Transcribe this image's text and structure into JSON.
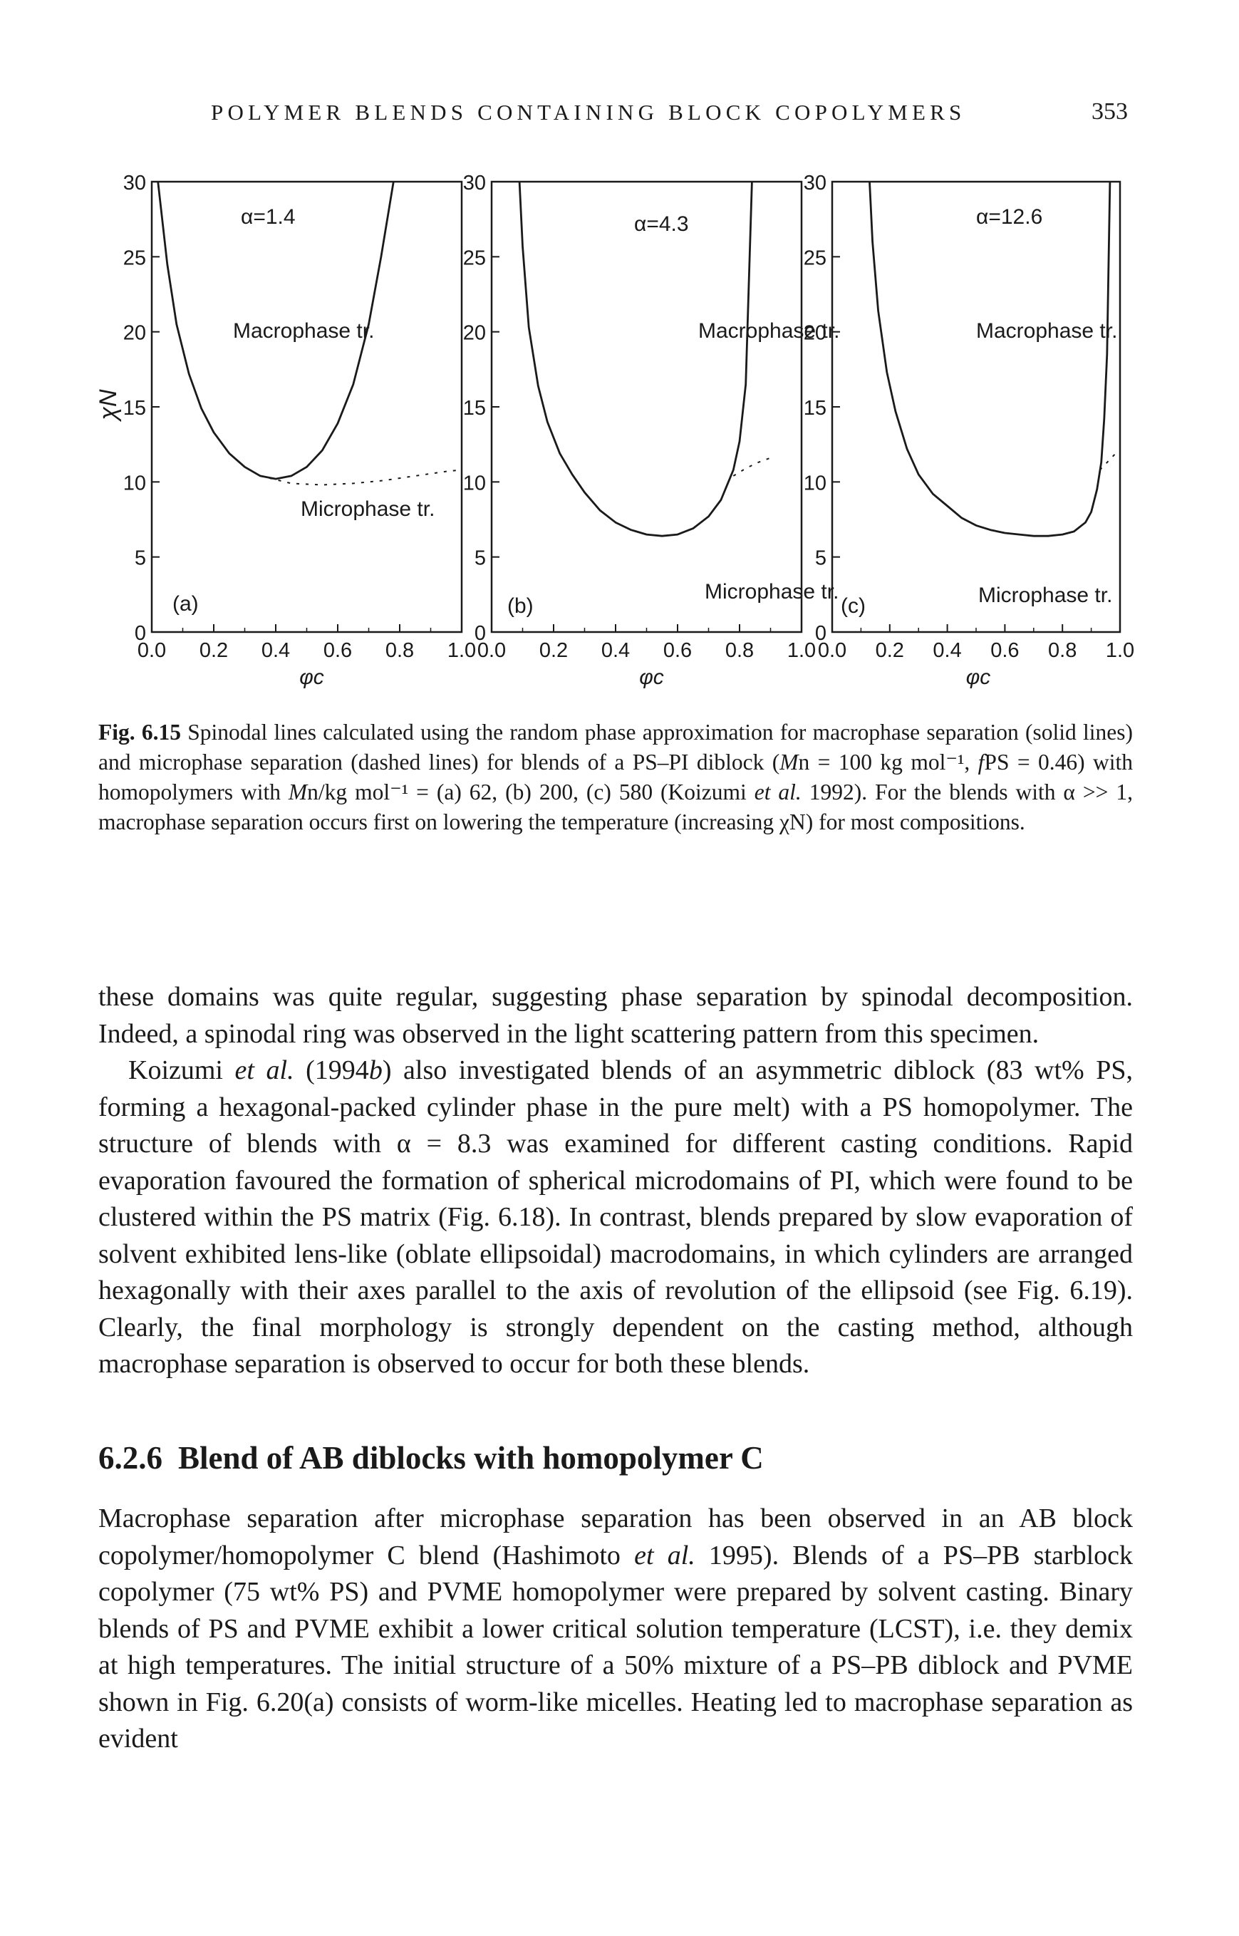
{
  "header": {
    "running_head": "POLYMER BLENDS CONTAINING BLOCK COPOLYMERS",
    "page_number": "353"
  },
  "figure": {
    "y_axis_label": "χN",
    "x_axis_label": "φc",
    "x_tick_labels": [
      "0.0",
      "0.2",
      "0.4",
      "0.6",
      "0.8",
      "1.0"
    ],
    "y_tick_labels": [
      "0",
      "5",
      "10",
      "15",
      "20",
      "25",
      "30"
    ],
    "macrophase_label": "Macrophase tr.",
    "microphase_label": "Microphase tr.",
    "panels": [
      {
        "letter": "(a)",
        "alpha_label": "α=1.4"
      },
      {
        "letter": "(b)",
        "alpha_label": "α=4.3"
      },
      {
        "letter": "(c)",
        "alpha_label": "α=12.6"
      }
    ]
  },
  "caption": {
    "label": "Fig. 6.15",
    "text_1": " Spinodal lines calculated using the random phase approximation for macrophase separation (solid lines) and microphase separation (dashed lines) for blends of a PS–PI diblock (",
    "mn": "M",
    "text_2": "n = 100 kg mol⁻¹, ",
    "fps": "f",
    "text_3": "PS = 0.46) with homopolymers with ",
    "mn2": "M",
    "text_4": "n/kg mol⁻¹ = (a) 62, (b) 200, (c) 580 (Koizumi ",
    "etal": "et al.",
    "text_5": " 1992). For the blends with α >> 1, macrophase separation occurs first on lowering the temperature (increasing χN) for most compositions."
  },
  "paragraph_1": "these domains was quite regular, suggesting phase separation by spinodal decomposition. Indeed, a spinodal ring was observed in the light scattering pattern from this specimen.",
  "paragraph_2": {
    "a": "Koizumi ",
    "etal": "et al.",
    "b": " (1994",
    "b_letter": "b",
    "c": ") also investigated blends of an asymmetric diblock (83 wt% PS, forming a hexagonal-packed cylinder phase in the pure melt) with a PS homopolymer. The structure of blends with α = 8.3 was examined for different casting conditions. Rapid evaporation favoured the formation of spherical microdomains of PI, which were found to be clustered within the PS matrix (Fig. 6.18). In contrast, blends prepared by slow evaporation of solvent exhibited lens-like (oblate ellipsoidal) macrodomains, in which cylinders are arranged hexagonally with their axes parallel to the axis of revolution of the ellipsoid (see Fig. 6.19). Clearly, the final morphology is strongly dependent on the casting method, although macrophase separation is observed to occur for both these blends."
  },
  "section": {
    "number": "6.2.6",
    "title": "Blend of AB diblocks with homopolymer C"
  },
  "paragraph_3": {
    "a": "Macrophase separation after microphase separation has been observed in an AB block copolymer/homopolymer C blend (Hashimoto ",
    "etal": "et al.",
    "b": " 1995). Blends of a PS–PB starblock copolymer (75 wt% PS) and PVME homopolymer were prepared by solvent casting. Binary blends of PS and PVME exhibit a lower critical solution temperature (LCST), i.e. they demix at high temperatures. The initial structure of a 50% mixture of a PS–PB diblock and PVME shown in Fig. 6.20(a) consists of worm-like micelles. Heating led to macrophase separation as evident"
  },
  "chart_data": [
    {
      "type": "line",
      "panel": "(a)",
      "annotation": "α=1.4",
      "xlabel": "φc",
      "ylabel": "χN",
      "xlim": [
        0,
        1
      ],
      "ylim": [
        0,
        30
      ],
      "series": [
        {
          "name": "Macrophase tr.",
          "style": "solid",
          "x": [
            0.02,
            0.05,
            0.08,
            0.12,
            0.16,
            0.2,
            0.25,
            0.3,
            0.35,
            0.4,
            0.45,
            0.5,
            0.55,
            0.6,
            0.65,
            0.7,
            0.74,
            0.78
          ],
          "y": [
            30,
            24.5,
            20.5,
            17.2,
            14.9,
            13.3,
            11.9,
            11.0,
            10.4,
            10.2,
            10.4,
            11.0,
            12.1,
            13.9,
            16.5,
            20.5,
            25.0,
            30
          ]
        },
        {
          "name": "Microphase tr.",
          "style": "dashed",
          "x": [
            0.35,
            0.45,
            0.55,
            0.65,
            0.75,
            0.85,
            0.95,
            1.0
          ],
          "y": [
            10.4,
            9.9,
            9.8,
            9.9,
            10.1,
            10.4,
            10.7,
            10.8
          ]
        }
      ]
    },
    {
      "type": "line",
      "panel": "(b)",
      "annotation": "α=4.3",
      "xlabel": "φc",
      "ylabel": "χN",
      "xlim": [
        0,
        1
      ],
      "ylim": [
        0,
        30
      ],
      "series": [
        {
          "name": "Macrophase tr.",
          "style": "solid",
          "x": [
            0.09,
            0.1,
            0.12,
            0.15,
            0.18,
            0.22,
            0.26,
            0.3,
            0.35,
            0.4,
            0.45,
            0.5,
            0.55,
            0.6,
            0.65,
            0.7,
            0.74,
            0.78,
            0.8,
            0.82,
            0.84
          ],
          "y": [
            30,
            25.7,
            20.3,
            16.4,
            14.0,
            11.9,
            10.5,
            9.3,
            8.1,
            7.3,
            6.8,
            6.5,
            6.4,
            6.5,
            6.9,
            7.7,
            8.8,
            10.8,
            12.7,
            16.5,
            30
          ]
        },
        {
          "name": "Microphase tr.",
          "style": "dashed",
          "x": [
            0.78,
            0.82,
            0.86,
            0.9
          ],
          "y": [
            10.4,
            10.9,
            11.3,
            11.6
          ]
        }
      ]
    },
    {
      "type": "line",
      "panel": "(c)",
      "annotation": "α=12.6",
      "xlabel": "φc",
      "ylabel": "χN",
      "xlim": [
        0,
        1
      ],
      "ylim": [
        0,
        30
      ],
      "series": [
        {
          "name": "Macrophase tr.",
          "style": "solid",
          "x": [
            0.13,
            0.14,
            0.16,
            0.19,
            0.22,
            0.26,
            0.3,
            0.35,
            0.4,
            0.45,
            0.5,
            0.55,
            0.6,
            0.65,
            0.7,
            0.75,
            0.8,
            0.84,
            0.88,
            0.9,
            0.92,
            0.935,
            0.945,
            0.955,
            0.965
          ],
          "y": [
            30,
            26.0,
            21.4,
            17.3,
            14.7,
            12.2,
            10.5,
            9.2,
            8.4,
            7.6,
            7.1,
            6.8,
            6.6,
            6.5,
            6.4,
            6.4,
            6.5,
            6.7,
            7.3,
            8.0,
            9.5,
            11.3,
            14.2,
            18.5,
            30
          ]
        },
        {
          "name": "Microphase tr.",
          "style": "dashed",
          "x": [
            0.93,
            0.95,
            0.97,
            0.99
          ],
          "y": [
            10.8,
            11.2,
            11.6,
            12.0
          ]
        }
      ]
    }
  ]
}
